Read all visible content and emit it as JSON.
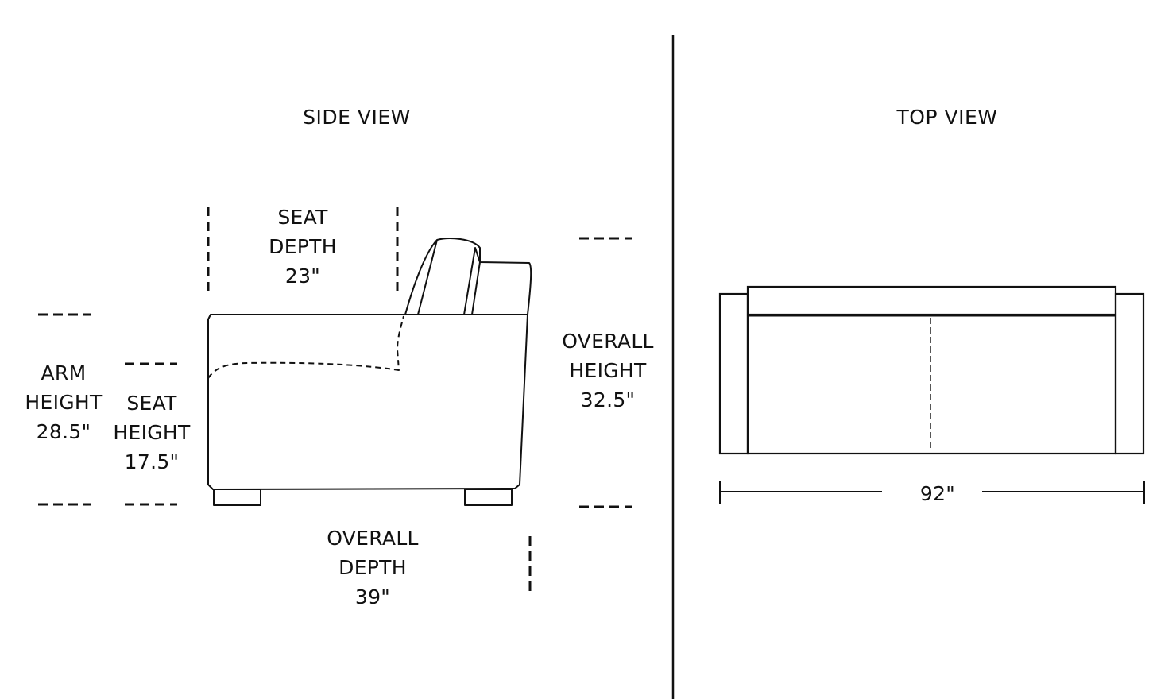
{
  "side_view": {
    "title": "SIDE VIEW",
    "seat_depth": {
      "line1": "SEAT",
      "line2": "DEPTH",
      "value": "23\""
    },
    "arm_height": {
      "line1": "ARM",
      "line2": "HEIGHT",
      "value": "28.5\""
    },
    "seat_height": {
      "line1": "SEAT",
      "line2": "HEIGHT",
      "value": "17.5\""
    },
    "overall_height": {
      "line1": "OVERALL",
      "line2": "HEIGHT",
      "value": "32.5\""
    },
    "overall_depth": {
      "line1": "OVERALL",
      "line2": "DEPTH",
      "value": "39\""
    }
  },
  "top_view": {
    "title": "TOP VIEW",
    "overall_width": {
      "value": "92\""
    }
  },
  "colors": {
    "line": "#111111",
    "seam": "#555555",
    "background": "#ffffff"
  }
}
